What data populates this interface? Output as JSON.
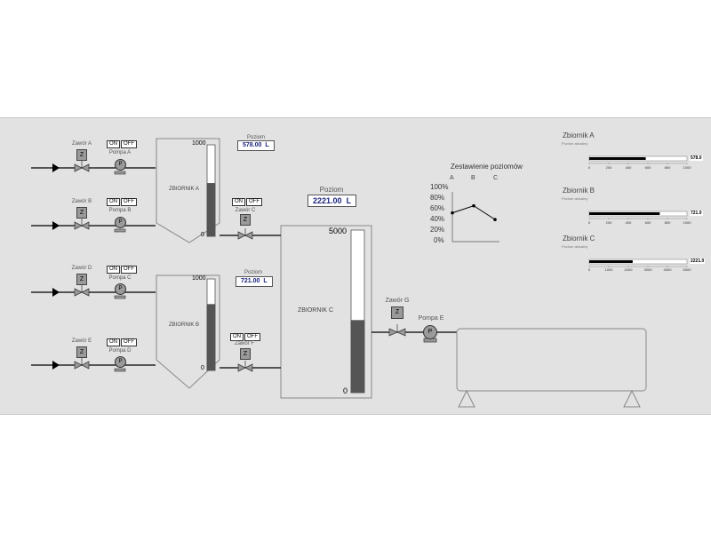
{
  "colors": {
    "background": "#e2e2e2",
    "pipe": "#000000",
    "tank_outline": "#777777",
    "level_fill": "#555555",
    "component": "#9a9a9a",
    "display_text": "#1a237e"
  },
  "lines": [
    {
      "valve": "Zawór A",
      "pump": "Pompa A",
      "on": "ON",
      "off": "OFF",
      "valve_symbol": "Z",
      "pump_symbol": "P"
    },
    {
      "valve": "Zawór B",
      "pump": "Pompa B",
      "on": "ON",
      "off": "OFF",
      "valve_symbol": "Z",
      "pump_symbol": "P"
    },
    {
      "valve": "Zawór D",
      "pump": "Pompa C",
      "on": "ON",
      "off": "OFF",
      "valve_symbol": "Z",
      "pump_symbol": "P"
    },
    {
      "valve": "Zawór E",
      "pump": "Pompa D",
      "on": "ON",
      "off": "OFF",
      "valve_symbol": "Z",
      "pump_symbol": "P"
    }
  ],
  "tanks": [
    {
      "name": "ZBIORNIK A",
      "scale_max": "1000",
      "scale_min": "0",
      "level": 0.578,
      "level_label": "Poziom",
      "level_value": "578.00",
      "unit": "L"
    },
    {
      "name": "ZBIORNIK B",
      "scale_max": "1000",
      "scale_min": "0",
      "level": 0.721,
      "level_label": "Poziom",
      "level_value": "721.00",
      "unit": "L"
    },
    {
      "name": "ZBIORNIK C",
      "scale_max": "5000",
      "scale_min": "0",
      "level": 0.4442,
      "level_label": "Poziom",
      "level_value": "2221.00",
      "unit": "L"
    }
  ],
  "outlets": [
    {
      "valve": "Zawór C",
      "on": "ON",
      "off": "OFF",
      "valve_symbol": "Z"
    },
    {
      "valve": "Zawór F",
      "on": "ON",
      "off": "OFF",
      "valve_symbol": "Z"
    }
  ],
  "final": {
    "valve": "Zawór G",
    "pump": "Pompa E",
    "valve_symbol": "Z",
    "pump_symbol": "P"
  },
  "chart_data": {
    "type": "line",
    "title": "Zestawienie poziomów",
    "categories": [
      "A",
      "B",
      "C"
    ],
    "y_ticks": [
      "100%",
      "80%",
      "60%",
      "40%",
      "20%",
      "0%"
    ],
    "ylim": [
      0,
      100
    ],
    "values": [
      57.8,
      72.1,
      44.4
    ]
  },
  "bars": [
    {
      "title": "Zbiornik A",
      "subtitle": "Poziom aktualny",
      "value": 578.0,
      "value_text": "578.0",
      "max": 1000,
      "ticks": [
        "0",
        "200",
        "400",
        "600",
        "800",
        "1000"
      ]
    },
    {
      "title": "Zbiornik B",
      "subtitle": "Poziom aktualny",
      "value": 721.0,
      "value_text": "721.0",
      "max": 1000,
      "ticks": [
        "0",
        "200",
        "400",
        "600",
        "800",
        "1000"
      ]
    },
    {
      "title": "Zbiornik C",
      "subtitle": "Poziom aktualny",
      "value": 2221.0,
      "value_text": "2221.0",
      "max": 5000,
      "ticks": [
        "0",
        "1000",
        "2000",
        "3000",
        "4000",
        "5000"
      ]
    }
  ]
}
